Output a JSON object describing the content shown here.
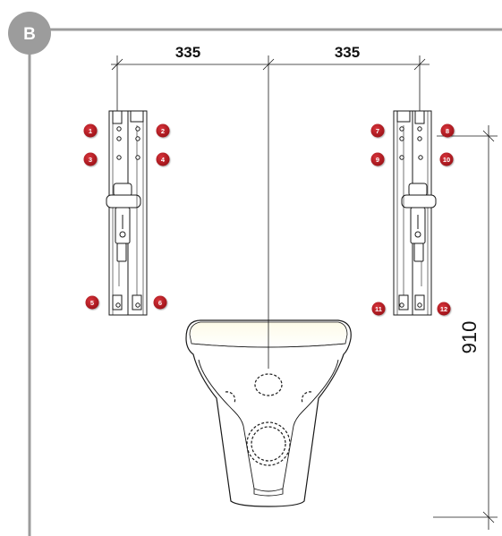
{
  "section": {
    "label": "B",
    "color": "#9c9c9c"
  },
  "dimensions": {
    "left_spacing": "335",
    "right_spacing": "335",
    "height": "910"
  },
  "badges": {
    "color": "#b5181f",
    "labels": [
      "1",
      "2",
      "3",
      "4",
      "5",
      "6",
      "7",
      "8",
      "9",
      "10",
      "11",
      "12"
    ]
  }
}
